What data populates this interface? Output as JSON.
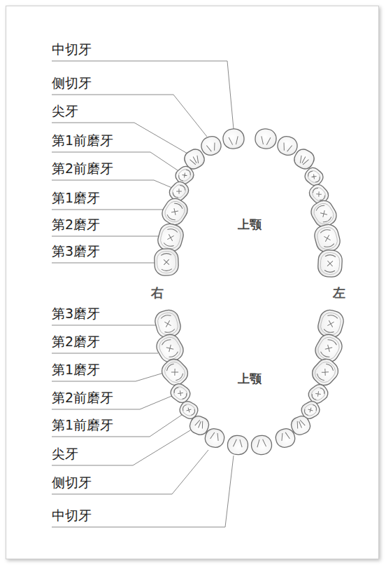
{
  "diagram": {
    "labels": [
      "中切牙",
      "侧切牙",
      "尖牙",
      "第1前磨牙",
      "第2前磨牙",
      "第1磨牙",
      "第2磨牙",
      "第3磨牙",
      "上颚",
      "右",
      "左",
      "第3磨牙",
      "第2磨牙",
      "第1磨牙",
      "第2前磨牙",
      "第1前磨牙",
      "尖牙",
      "侧切牙",
      "中切牙",
      "上颚"
    ]
  }
}
